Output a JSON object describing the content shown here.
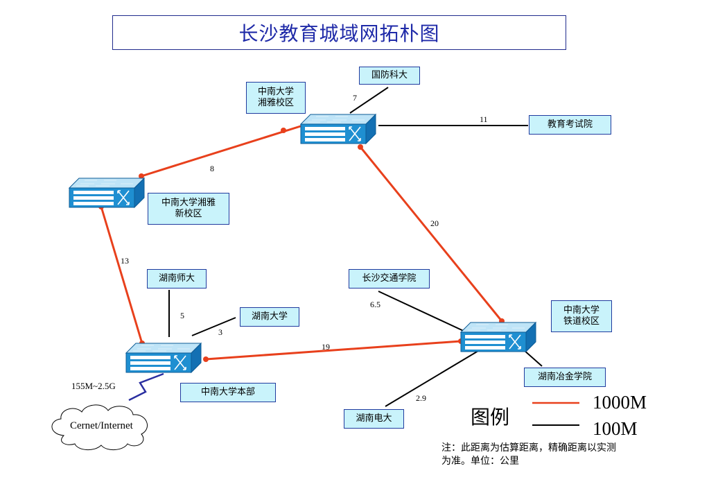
{
  "title": "长沙教育城域网拓朴图",
  "nodes": {
    "nudt": "国防科大",
    "csu_xiangya": "中南大学\n湘雅校区",
    "exam_institute": "教育考试院",
    "csu_xiangya_new": "中南大学湘雅\n新校区",
    "hunan_normal": "湖南师大",
    "hunan_univ": "湖南大学",
    "csu_main": "中南大学本部",
    "changsha_transport": "长沙交通学院",
    "csu_railway": "中南大学\n铁道校区",
    "hunan_metallurgy": "湖南冶金学院",
    "hunan_tv_univ": "湖南电大"
  },
  "distances": {
    "nudt": "7",
    "exam_institute": "11",
    "xiangya_link": "8",
    "railway_link": "20",
    "newcampus_link": "13",
    "hunan_normal": "5",
    "hunan_univ": "3",
    "main_railway": "19",
    "transport": "6.5",
    "tv_univ": "2.9"
  },
  "uplink": {
    "bandwidth": "155M~2.5G",
    "cloud": "Cernet/Internet"
  },
  "legend": {
    "title": "图例",
    "gigabit": "1000M",
    "fast": "100M"
  },
  "note": "注：此距离为估算距离，精确距离以实测为准。单位：公里",
  "colors": {
    "gigabit_line": "#e8401c",
    "fast_line": "#000000",
    "title": "#1f2aa8",
    "node_fill": "#c9f3fb",
    "switch_blue": "#1f8fd1"
  },
  "icons": {
    "switch": "network-switch-icon",
    "cloud": "cloud-icon"
  }
}
